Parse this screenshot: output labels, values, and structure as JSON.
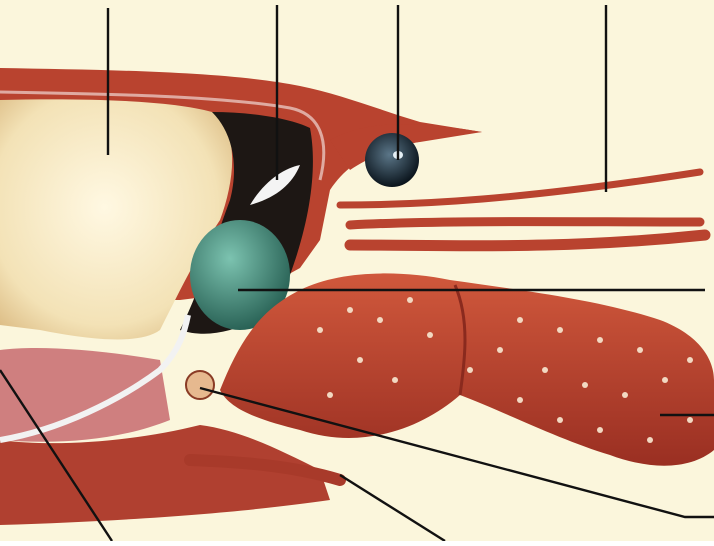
{
  "figure": {
    "background_color": "#fbf6dc",
    "shell_color": "#b9432f",
    "organ_color": "#f3e2b6",
    "green_organ_color": "#3f8a79",
    "eye_color": "#12212e",
    "muscle_color": "#cf7f7f",
    "leader_line_color": "#111111",
    "label_pointers": [
      {
        "id": "top-1",
        "text": ""
      },
      {
        "id": "top-2",
        "text": ""
      },
      {
        "id": "top-3",
        "text": ""
      },
      {
        "id": "top-4",
        "text": ""
      },
      {
        "id": "right-1",
        "text": ""
      },
      {
        "id": "right-2",
        "text": ""
      },
      {
        "id": "right-3",
        "text": ""
      },
      {
        "id": "bottom-1",
        "text": ""
      },
      {
        "id": "bottom-2",
        "text": ""
      }
    ]
  }
}
